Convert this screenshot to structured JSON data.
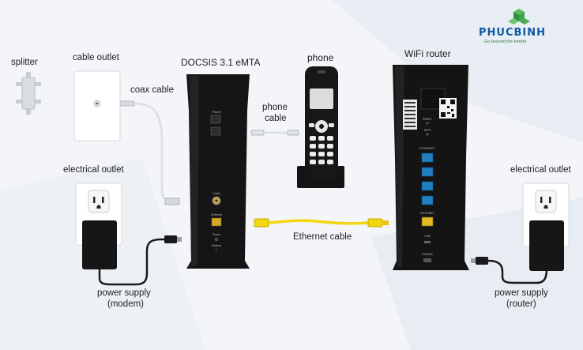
{
  "brand": {
    "name": "PHUCBINH",
    "tagline": "Go beyond the border"
  },
  "labels": {
    "splitter": "splitter",
    "cable_outlet": "cable outlet",
    "coax_cable": "coax cable",
    "modem_title": "DOCSIS 3.1 eMTA",
    "phone": "phone",
    "phone_cable_line1": "phone",
    "phone_cable_line2": "cable",
    "wifi_router": "WiFi router",
    "electrical_outlet_left": "electrical outlet",
    "electrical_outlet_right": "electrical outlet",
    "ethernet_cable": "Ethernet cable",
    "power_supply_modem_line1": "power supply",
    "power_supply_modem_line2": "(modem)",
    "power_supply_router_line1": "power supply",
    "power_supply_router_line2": "(router)"
  },
  "modem_ports": {
    "phone": "Phone",
    "cable": "Cable",
    "ethernet": "Ethernet",
    "power": "Power",
    "battery": "Battery"
  },
  "router_ports": {
    "reset": "RESET",
    "wps": "WPS",
    "ethernet": "ETHERNET",
    "internet": "INTERNET",
    "usb": "USB",
    "power": "POWER"
  },
  "colors": {
    "background": "#f3f5f8",
    "device": "#151515",
    "ethernet_cable": "#f2d60f",
    "ethernet_port": "#1f7fbf",
    "coax": "#e8e8e8",
    "brand_blue": "#0c5aa6",
    "brand_green": "#3aa043"
  }
}
